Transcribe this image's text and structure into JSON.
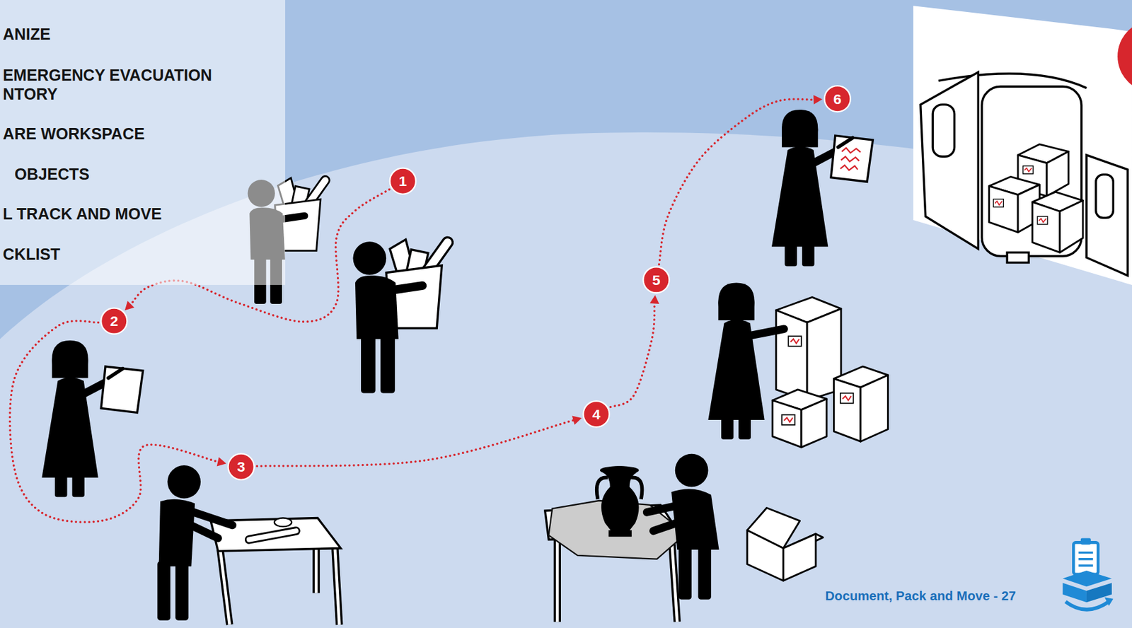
{
  "diagram": {
    "nodes": [
      {
        "text": [
          "ANIZE",
          "EMERGENCY EVACUATION NTORY",
          "ARE WORKSPACE",
          "OBJECTS",
          "L TRACK AND MOVE",
          "CKLIST"
        ]
      },
      {
        "text": [
          "1"
        ]
      },
      {
        "text": [
          "2"
        ]
      },
      {
        "text": [
          "3"
        ]
      },
      {
        "text": [
          "4"
        ]
      },
      {
        "text": [
          "5"
        ]
      },
      {
        "text": [
          "6"
        ]
      }
    ],
    "edges": [
      {
        "from": 1,
        "to": 2,
        "arrow": "to"
      },
      {
        "from": 2,
        "to": 3,
        "arrow": "to"
      },
      {
        "from": 3,
        "to": 4,
        "arrow": "to"
      },
      {
        "from": 4,
        "to": 5,
        "arrow": "to"
      },
      {
        "from": 5,
        "to": 6,
        "arrow": "to"
      }
    ],
    "labels": [
      "Document, Pack and Move - 27"
    ]
  }
}
